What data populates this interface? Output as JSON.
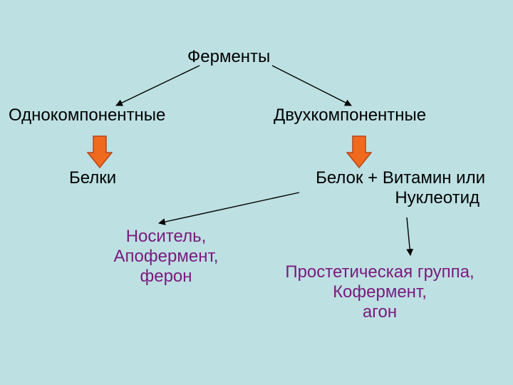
{
  "colors": {
    "background": "#bde0e2",
    "text": "#000000",
    "purple_text": "#7a1a7e",
    "arrow_fill": "#f06a1e",
    "arrow_stroke": "#b7451a"
  },
  "nodes": {
    "root": "Ферменты",
    "one_component": "Однокомпонентные",
    "two_component": "Двухкомпонентные",
    "proteins": "Белки",
    "protein_vitamin_line1": "Белок + Витамин или",
    "protein_vitamin_line2": "Нуклеотид",
    "carrier_line1": "Носитель,",
    "carrier_line2": "Апофермент,",
    "carrier_line3": "ферон",
    "prosthetic_line1": "Простетическая группа,",
    "prosthetic_line2": "Кофермент,",
    "prosthetic_line3": "агон"
  }
}
